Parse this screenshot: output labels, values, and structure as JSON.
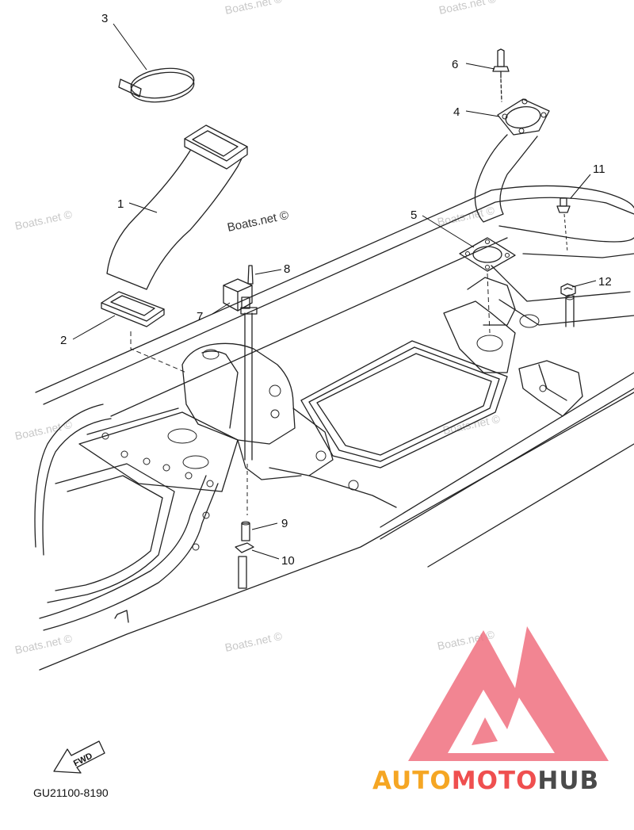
{
  "diagram": {
    "code": "GU21100-8190",
    "fwd_label": "FWD",
    "watermark": "Boats.net ©",
    "callouts": [
      "1",
      "2",
      "3",
      "4",
      "5",
      "6",
      "7",
      "8",
      "9",
      "10",
      "11",
      "12"
    ]
  },
  "brand": {
    "part1": "AUTO",
    "part2": "MOTO",
    "part3": "HUB",
    "colors": {
      "auto": "#f5a623",
      "moto": "#ef4f4f",
      "hub": "#4a4a4a",
      "logo": "#f0506e"
    }
  }
}
